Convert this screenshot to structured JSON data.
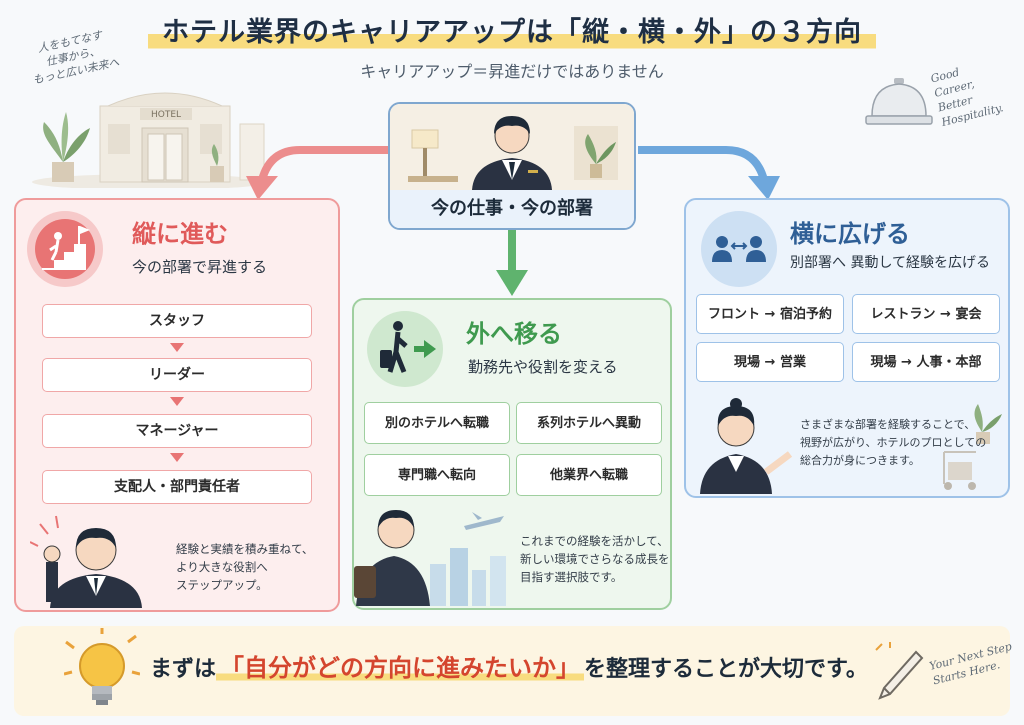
{
  "header": {
    "title": "ホテル業界のキャリアアップは「縦・横・外」の３方向",
    "subtitle": "キャリアアップ＝昇進だけではありません"
  },
  "notes": {
    "left": [
      "人をもてなす",
      "仕事から、",
      "もっと広い未来へ"
    ],
    "right": [
      "Good",
      "Career,",
      "Better Hospitality."
    ],
    "bottom": [
      "Your Next Step",
      "Starts Here."
    ]
  },
  "hotel_sign": "HOTEL",
  "center": {
    "label": "今の仕事・今の部署"
  },
  "vertical": {
    "title": "縦に進む",
    "subtitle": "今の部署で昇進する",
    "steps": [
      "スタッフ",
      "リーダー",
      "マネージャー",
      "支配人・部門責任者"
    ],
    "description": [
      "経験と実績を積み重ねて、",
      "より大きな役割へ",
      "ステップアップ。"
    ]
  },
  "outside": {
    "title": "外へ移る",
    "subtitle": "勤務先や役割を変える",
    "options": [
      "別のホテルへ転職",
      "系列ホテルへ異動",
      "専門職へ転向",
      "他業界へ転職"
    ],
    "description": [
      "これまでの経験を活かして、",
      "新しい環境でさらなる成長を",
      "目指す選択肢です。"
    ]
  },
  "horizontal": {
    "title": "横に広げる",
    "subtitle": "別部署へ 異動して経験を広げる",
    "moves": [
      "フロント → 宿泊予約",
      "レストラン → 宴会",
      "現場 → 営業",
      "現場 → 人事・本部"
    ],
    "description": [
      "さまざまな部署を経験することで、",
      "視野が広がり、ホテルのプロとしての",
      "総合力が身につきます。"
    ]
  },
  "footer": {
    "prefix": "まずは",
    "highlight": "「自分がどの方向に進みたいか」",
    "suffix": "を整理することが大切です。"
  },
  "colors": {
    "vertical_accent": "#e05a5a",
    "outside_accent": "#3f9a4f",
    "horizontal_accent": "#2f5f96",
    "highlight": "#d4452e"
  }
}
